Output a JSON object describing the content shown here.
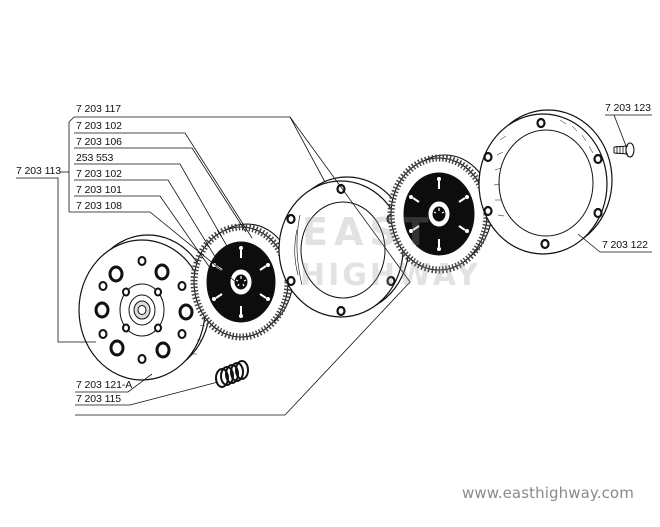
{
  "labels": {
    "l_7203117": "7 203 117",
    "l_7203102a": "7 203 102",
    "l_7203106": "7 203 106",
    "l_253553": "253 553",
    "l_7203102b": "7 203 102",
    "l_7203101": "7 203 101",
    "l_7203108": "7 203 108",
    "l_7203113": "7 203 113",
    "l_7203123": "7 203 123",
    "l_7203122": "7 203 122",
    "l_7203121a": "7 203 121-A",
    "l_7203115": "7 203 115"
  },
  "watermark": {
    "line1": "EAST",
    "line2": "HIGHWAY"
  },
  "credit": "www.easthighway.com"
}
